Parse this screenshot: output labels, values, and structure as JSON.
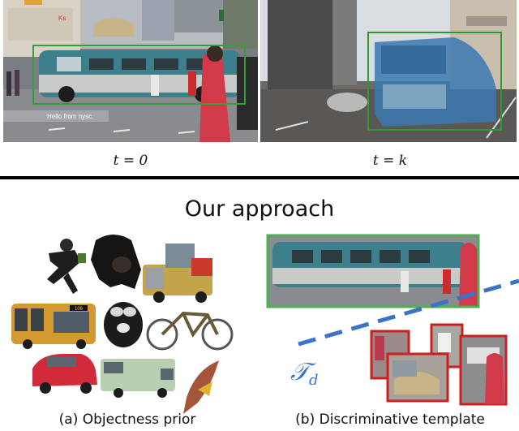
{
  "top_row": {
    "left_label": "t = 0",
    "right_label": "t = k",
    "left_scene": {
      "banner_text": "Hello from nysc.",
      "store_sign": "Ks"
    }
  },
  "section_title": "Our approach",
  "left_panel": {
    "caption": "(a) Objectness prior",
    "objects": [
      "person-jumping",
      "bear",
      "truck",
      "bus",
      "dog-with-goggles",
      "bicycle",
      "car",
      "van",
      "bird"
    ],
    "bus_sign": "106"
  },
  "right_panel": {
    "caption": "(b) Discriminative template",
    "template_symbol": "𝒯",
    "template_subscript": "d"
  },
  "colors": {
    "positive_box": "#4caf50",
    "negative_box": "#cc1f1f",
    "separator_line": "#3a73c9",
    "template_symbol": "#3a73c9",
    "divider": "#000000",
    "bus_teal": "#3d7f8a",
    "segmentation": "#3b78b0"
  }
}
